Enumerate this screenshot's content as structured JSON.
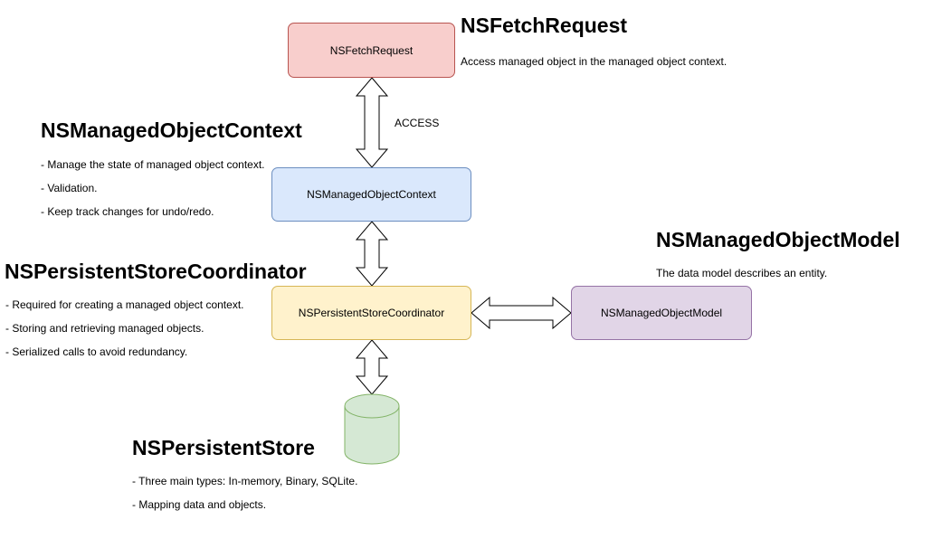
{
  "nodes": {
    "fetch_request": {
      "label": "NSFetchRequest",
      "fill": "#f8cecc",
      "stroke": "#b85450"
    },
    "object_context": {
      "label": "NSManagedObjectContext",
      "fill": "#dae8fc",
      "stroke": "#6c8ebf"
    },
    "store_coordinator": {
      "label": "NSPersistentStoreCoordinator",
      "fill": "#fff2cc",
      "stroke": "#d6b656"
    },
    "object_model": {
      "label": "NSManagedObjectModel",
      "fill": "#e1d5e7",
      "stroke": "#9673a6"
    },
    "persistent_store": {
      "label": "",
      "fill": "#d5e8d4",
      "stroke": "#82b366"
    }
  },
  "edges": {
    "fetch_to_context": {
      "label": "ACCESS"
    }
  },
  "annotations": {
    "fetch_request": {
      "title": "NSFetchRequest",
      "lines": [
        "Access managed object in the managed object context."
      ]
    },
    "object_context": {
      "title": "NSManagedObjectContext",
      "lines": [
        "- Manage the state of managed object context.",
        "- Validation.",
        "- Keep track changes for undo/redo."
      ]
    },
    "store_coordinator": {
      "title": "NSPersistentStoreCoordinator",
      "lines": [
        "- Required for creating a managed object context.",
        "- Storing and retrieving managed objects.",
        "- Serialized calls to avoid redundancy."
      ]
    },
    "object_model": {
      "title": "NSManagedObjectModel",
      "lines": [
        "The data model describes an entity."
      ]
    },
    "persistent_store": {
      "title": "NSPersistentStore",
      "lines": [
        "- Three main types: In-memory, Binary, SQLite.",
        "- Mapping data and objects."
      ]
    }
  }
}
